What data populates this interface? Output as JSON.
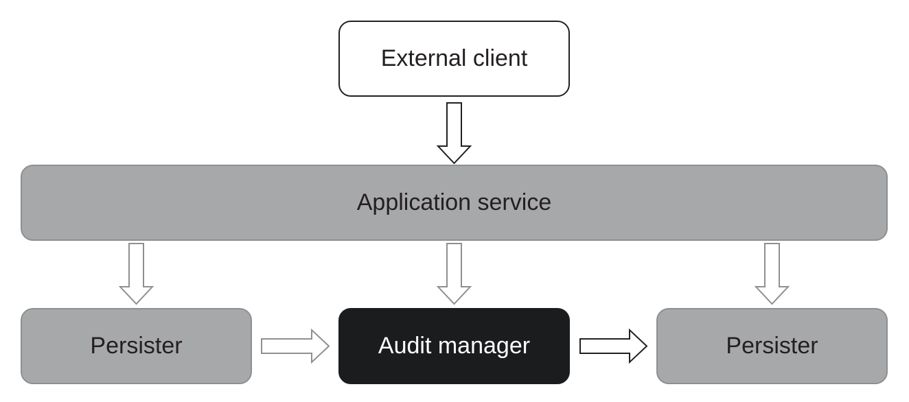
{
  "nodes": {
    "external_client": "External client",
    "application_service": "Application service",
    "persister_left": "Persister",
    "audit_manager": "Audit manager",
    "persister_right": "Persister"
  },
  "colors": {
    "box_gray": "#a7a8aa",
    "box_dark": "#1a1c1e",
    "outline": "#231f20",
    "gray_arrow_stroke": "#8e8f91"
  }
}
